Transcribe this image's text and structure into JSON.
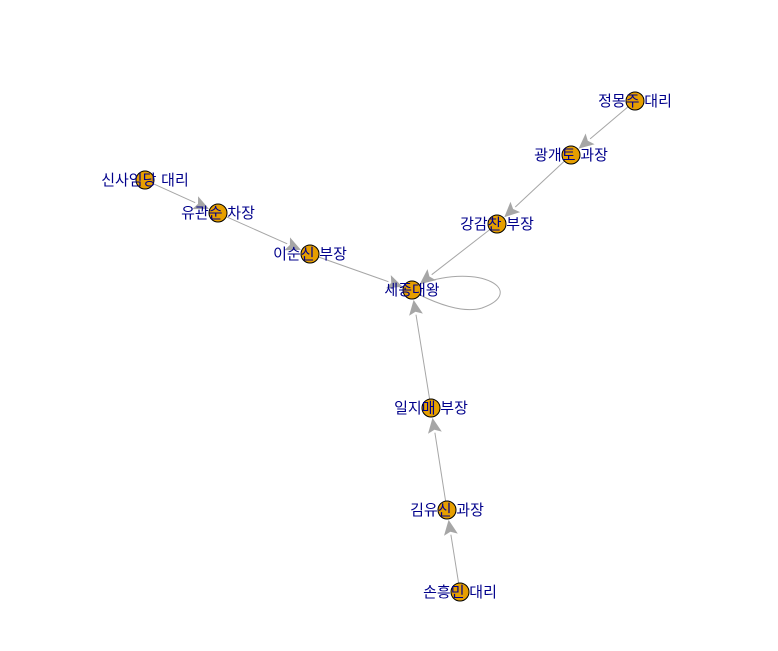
{
  "graph": {
    "nodes": [
      {
        "id": "n1",
        "label": "세종대왕"
      },
      {
        "id": "n2",
        "label": "이순신 부장"
      },
      {
        "id": "n3",
        "label": "유관순 차장"
      },
      {
        "id": "n4",
        "label": "신사임당 대리"
      },
      {
        "id": "n5",
        "label": "강감찬 부장"
      },
      {
        "id": "n6",
        "label": "광개토 과장"
      },
      {
        "id": "n7",
        "label": "정몽주 대리"
      },
      {
        "id": "n8",
        "label": "일지매 부장"
      },
      {
        "id": "n9",
        "label": "김유신 과장"
      },
      {
        "id": "n10",
        "label": "손흥민 대리"
      }
    ],
    "edges": [
      {
        "from": "n4",
        "to": "n3"
      },
      {
        "from": "n3",
        "to": "n2"
      },
      {
        "from": "n2",
        "to": "n1"
      },
      {
        "from": "n7",
        "to": "n6"
      },
      {
        "from": "n6",
        "to": "n5"
      },
      {
        "from": "n5",
        "to": "n1"
      },
      {
        "from": "n10",
        "to": "n9"
      },
      {
        "from": "n9",
        "to": "n8"
      },
      {
        "from": "n8",
        "to": "n1"
      },
      {
        "from": "n1",
        "to": "n1"
      }
    ],
    "colors": {
      "node_fill": "#e69f00",
      "node_border": "#000000",
      "label": "#00008b",
      "edge": "#a6a6a6"
    }
  }
}
